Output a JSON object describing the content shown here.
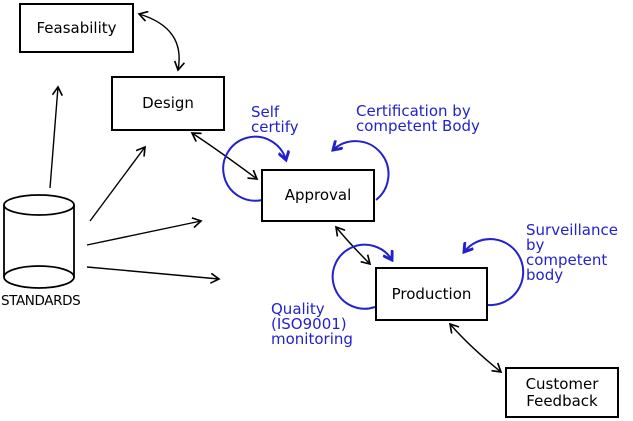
{
  "diagram": {
    "type": "process-flow",
    "nodes": {
      "feasability": {
        "label": "Feasability",
        "shape": "rectangle"
      },
      "design": {
        "label": "Design",
        "shape": "rectangle"
      },
      "approval": {
        "label": "Approval",
        "shape": "rectangle"
      },
      "production": {
        "label": "Production",
        "shape": "rectangle"
      },
      "customer_feedback": {
        "label": "Customer\nFeedback",
        "shape": "rectangle"
      },
      "standards": {
        "label": "STANDARDS",
        "shape": "cylinder"
      }
    },
    "annotations": {
      "self_certify": {
        "text": "Self\ncertify",
        "attached_to": "approval"
      },
      "certification": {
        "text": "Certification by\ncompetent Body",
        "attached_to": "approval"
      },
      "surveillance": {
        "text": "Surveillance by\ncompetent body",
        "attached_to": "production"
      },
      "quality": {
        "text": "Quality\n(ISO9001)\nmonitoring",
        "attached_to": "production"
      }
    },
    "edges": [
      {
        "from": "feasability",
        "to": "design",
        "bidirectional": true,
        "style": "curved-black"
      },
      {
        "from": "design",
        "to": "approval",
        "bidirectional": true,
        "style": "curved-black"
      },
      {
        "from": "approval",
        "to": "production",
        "bidirectional": true,
        "style": "curved-black"
      },
      {
        "from": "production",
        "to": "customer_feedback",
        "bidirectional": true,
        "style": "curved-black"
      },
      {
        "from": "standards",
        "to": "feasability",
        "bidirectional": false,
        "style": "straight-black"
      },
      {
        "from": "standards",
        "to": "design",
        "bidirectional": false,
        "style": "straight-black"
      },
      {
        "from": "standards",
        "to": "approval",
        "bidirectional": false,
        "style": "straight-black"
      },
      {
        "from": "standards",
        "to": "production",
        "bidirectional": false,
        "style": "straight-black"
      },
      {
        "type": "self-loop",
        "on": "approval",
        "label_key": "self_certify",
        "color": "blue"
      },
      {
        "type": "self-loop",
        "on": "approval",
        "label_key": "certification",
        "color": "blue"
      },
      {
        "type": "self-loop",
        "on": "production",
        "label_key": "quality",
        "color": "blue"
      },
      {
        "type": "self-loop",
        "on": "production",
        "label_key": "surveillance",
        "color": "blue"
      }
    ],
    "colors": {
      "annotation_blue": "#2222cc",
      "line_black": "#000000",
      "background": "#ffffff"
    }
  }
}
